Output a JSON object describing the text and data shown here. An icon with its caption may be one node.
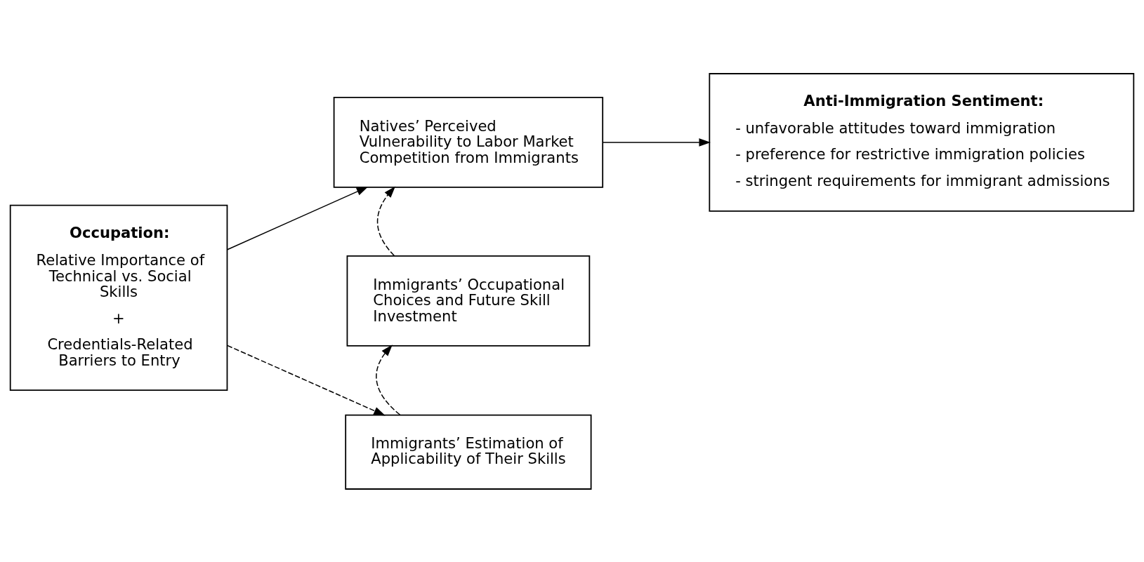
{
  "diagram": {
    "nodes": [
      {
        "text": [
          "Occupation:",
          "Relative Importance of Technical vs. Social Skills",
          "+",
          "Credentials-Related Barriers to Entry"
        ]
      },
      {
        "text": [
          "Natives’ Perceived Vulnerability to Labor Market Competition from Immigrants"
        ]
      },
      {
        "text": [
          "Immigrants’ Occupational Choices and Future Skill Investment"
        ]
      },
      {
        "text": [
          "Immigrants’ Estimation of Applicability of Their Skills"
        ]
      },
      {
        "text": [
          "Anti-Immigration Sentiment:",
          "- unfavorable attitudes toward immigration",
          "- preference for restrictive immigration policies",
          "- stringent requirements for immigrant admissions"
        ]
      }
    ],
    "edges": [
      {
        "from": 0,
        "to": 1,
        "arrow": "to"
      },
      {
        "from": 1,
        "to": 4,
        "arrow": "to"
      },
      {
        "from": 0,
        "to": 3,
        "arrow": "to",
        "style": "dashed"
      },
      {
        "from": 3,
        "to": 2,
        "arrow": "to",
        "style": "dashed"
      },
      {
        "from": 2,
        "to": 1,
        "arrow": "to",
        "style": "dashed"
      }
    ]
  }
}
